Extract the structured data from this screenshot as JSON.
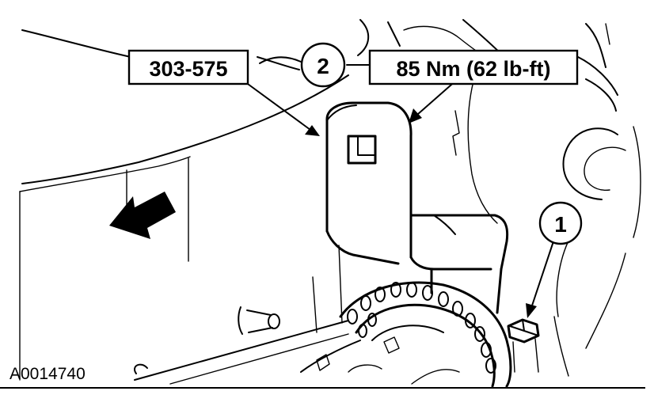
{
  "figure": {
    "tool_label": "303-575",
    "torque_label": "85 Nm (62 lb-ft)",
    "callout_1": "1",
    "callout_2": "2",
    "figure_id": "A0014740"
  }
}
